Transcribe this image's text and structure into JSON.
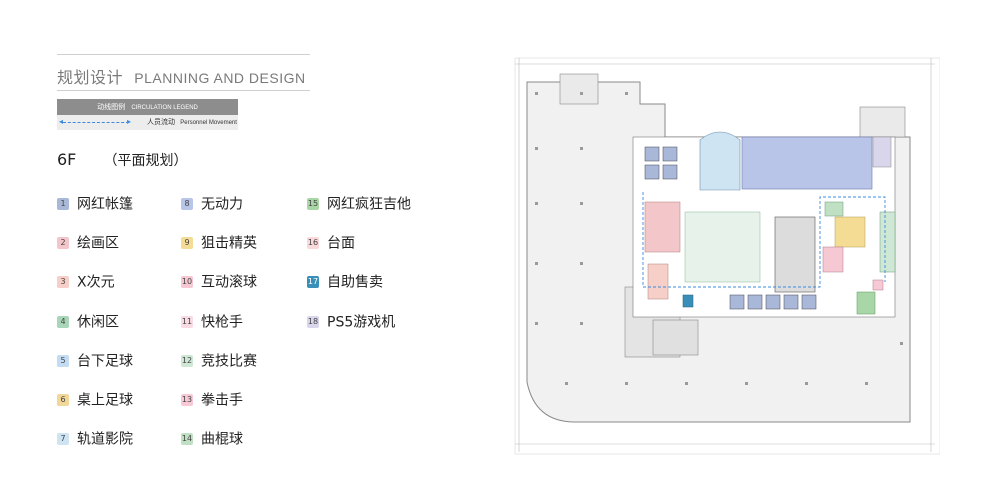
{
  "header": {
    "title_cn": "规划设计",
    "title_en": "PLANNING AND DESIGN"
  },
  "legend": {
    "title_cn": "动线图例",
    "title_en": "CIRCULATION LEGEND",
    "item_cn": "人员流动",
    "item_en": "Personnel Movement",
    "line_color": "#3a8be0"
  },
  "floor": {
    "name": "6F",
    "subtitle": "（平面规划）"
  },
  "areas": [
    {
      "num": "1",
      "label": "网红帐篷",
      "color": "#a9b8d8"
    },
    {
      "num": "2",
      "label": "绘画区",
      "color": "#f3c7c9"
    },
    {
      "num": "3",
      "label": "X次元",
      "color": "#f6cfc8"
    },
    {
      "num": "4",
      "label": "休闲区",
      "color": "#a9d5b8"
    },
    {
      "num": "5",
      "label": "台下足球",
      "color": "#c3dcf3"
    },
    {
      "num": "6",
      "label": "桌上足球",
      "color": "#f2d79a"
    },
    {
      "num": "7",
      "label": "轨道影院",
      "color": "#cfe4f3"
    },
    {
      "num": "8",
      "label": "无动力",
      "color": "#b9c5e8"
    },
    {
      "num": "9",
      "label": "狙击精英",
      "color": "#f5dc95"
    },
    {
      "num": "10",
      "label": "互动滚球",
      "color": "#f6c8d3"
    },
    {
      "num": "11",
      "label": "快枪手",
      "color": "#fadbe3"
    },
    {
      "num": "12",
      "label": "竞技比赛",
      "color": "#cfe8d6"
    },
    {
      "num": "13",
      "label": "拳击手",
      "color": "#f6c9d4"
    },
    {
      "num": "14",
      "label": "曲棍球",
      "color": "#bfe0c3"
    },
    {
      "num": "15",
      "label": "网红疯狂吉他",
      "color": "#a9d6a6"
    },
    {
      "num": "16",
      "label": "台面",
      "color": "#f9d9dc"
    },
    {
      "num": "17",
      "label": "自助售卖",
      "color": "#3a8fb8"
    },
    {
      "num": "18",
      "label": "PS5游戏机",
      "color": "#d9d6ec"
    }
  ]
}
